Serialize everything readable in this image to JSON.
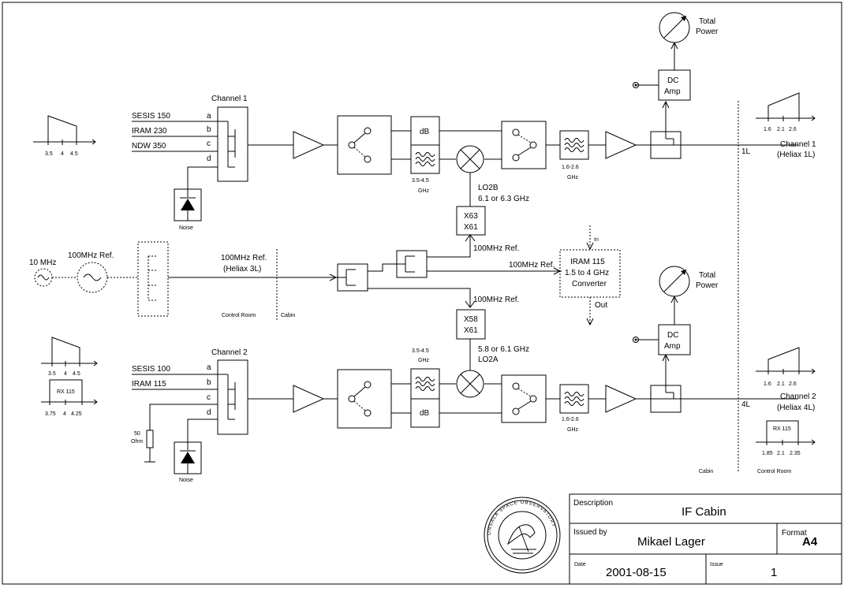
{
  "channel1": {
    "title": "Channel 1",
    "inputs": [
      "SESIS 150",
      "IRAM 230",
      "NDW 350"
    ],
    "ports": [
      "a",
      "b",
      "c",
      "d"
    ],
    "noise": "Noise",
    "spectrum_ticks": [
      "3.5",
      "4",
      "4.5"
    ],
    "attenuator": "dB",
    "filter_label": [
      "3.5-4.5",
      "GHz"
    ],
    "lo_label": [
      "LO2B",
      "6.1 or 6.3 GHz"
    ],
    "multiplier": [
      "X63",
      "X61"
    ],
    "out_filter_label": [
      "1.6-2.6",
      "GHz"
    ],
    "dc_amp": [
      "DC",
      "Amp"
    ],
    "total_power": [
      "Total",
      "Power"
    ],
    "output_label": [
      "Channel 1",
      "(Heliax 1L)"
    ],
    "out_spectrum_ticks": [
      "1.6",
      "2.1",
      "2.6"
    ],
    "cable": "1L"
  },
  "channel2": {
    "title": "Channel 2",
    "inputs": [
      "SESIS 100",
      "IRAM 115"
    ],
    "ports": [
      "a",
      "b",
      "c",
      "d"
    ],
    "noise": "Noise",
    "resistor": [
      "50",
      "Ohm"
    ],
    "spectrum_ticks": [
      "3.5",
      "4",
      "4.5"
    ],
    "spectrum2_label": "RX 115",
    "spectrum2_ticks": [
      "3.75",
      "4",
      "4.25"
    ],
    "attenuator": "dB",
    "filter_label": [
      "3.5-4.5",
      "GHz"
    ],
    "lo_label": [
      "5.8 or 6.1 GHz",
      "LO2A"
    ],
    "multiplier": [
      "X58",
      "X61"
    ],
    "out_filter_label": [
      "1.6-2.6",
      "GHz"
    ],
    "dc_amp": [
      "DC",
      "Amp"
    ],
    "total_power": [
      "Total",
      "Power"
    ],
    "output_label": [
      "Channel 2",
      "(Heliax 4L)"
    ],
    "out_spectrum_ticks": [
      "1.6",
      "2.1",
      "2.6"
    ],
    "out_spectrum2_label": "RX 115",
    "out_spectrum2_ticks": [
      "1.85",
      "2.1",
      "2.35"
    ],
    "cable": "4L"
  },
  "reference": {
    "source": "10 MHz",
    "ref_label": "100MHz Ref.",
    "heliax": [
      "100MHz Ref.",
      "(Heliax 3L)"
    ],
    "to_ch1": "100MHz Ref.",
    "to_converter": "100MHz Ref.",
    "to_ch2": "100MHz Ref."
  },
  "converter": {
    "lines": [
      "IRAM 115",
      "1.5 to 4 GHz",
      "Converter"
    ],
    "in": "In",
    "out": "Out"
  },
  "zones": {
    "control_room_left": "Control Room",
    "cabin_left": "Cabin",
    "cabin_right": "Cabin",
    "control_room_right": "Control Room"
  },
  "title_block": {
    "description_label": "Description",
    "description": "IF Cabin",
    "issued_by_label": "Issued by",
    "issued_by": "Mikael Lager",
    "format_label": "Format",
    "format": "A4",
    "date_label": "Date",
    "date": "2001-08-15",
    "issue_label": "Issue",
    "issue": "1"
  },
  "logo": {
    "ring_text": "ONSALA SPACE OBSERVATORY"
  }
}
